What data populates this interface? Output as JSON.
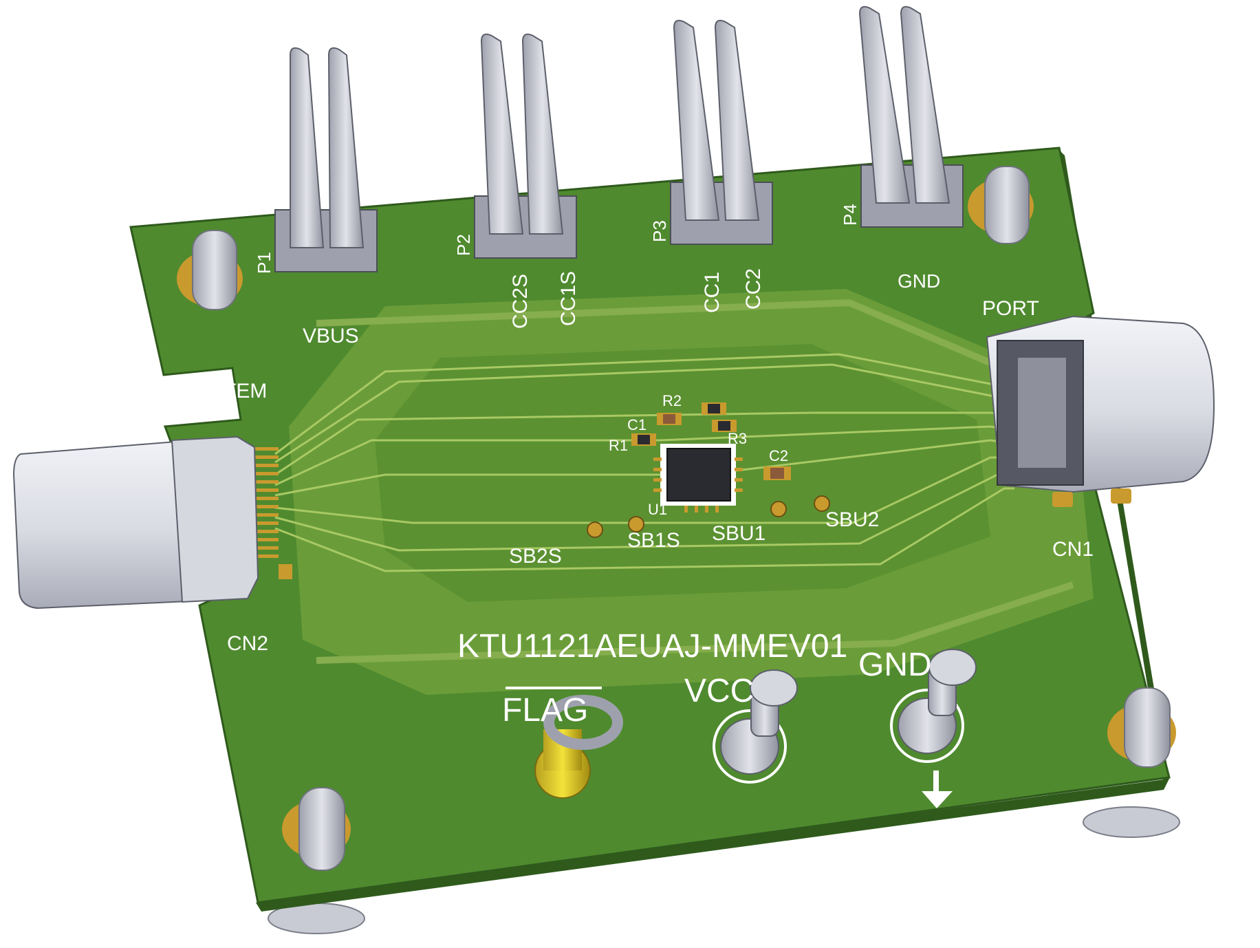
{
  "board": {
    "title": "KTU1121AEUAJ-MMEV01",
    "colors": {
      "pcb": "#4f8a2f",
      "pcb_dark": "#3d6f24",
      "copper": "#86ad4e",
      "trace": "#a3c45f",
      "gold": "#c99a2e",
      "metal": "#c6c8d2"
    }
  },
  "headers": {
    "p1": {
      "ref": "P1",
      "label": "VBUS"
    },
    "p2": {
      "ref": "P2",
      "label_left": "CC2S",
      "label_right": "CC1S"
    },
    "p3": {
      "ref": "P3",
      "label_left": "CC1",
      "label_right": "CC2"
    },
    "p4": {
      "ref": "P4",
      "label": "GND"
    }
  },
  "connectors": {
    "cn1": {
      "ref": "CN1",
      "label": "PORT"
    },
    "cn2": {
      "ref": "CN2",
      "label": "SYSTEM"
    }
  },
  "components": {
    "u1": "U1",
    "r1": "R1",
    "r2": "R2",
    "r3": "R3",
    "c1": "C1",
    "c2": "C2"
  },
  "testpoints": {
    "sb2s": "SB2S",
    "sb1s": "SB1S",
    "sbu1": "SBU1",
    "sbu2": "SBU2"
  },
  "terminals": {
    "flag": "FLAG",
    "vcc": "VCC",
    "gnd": "GND"
  }
}
